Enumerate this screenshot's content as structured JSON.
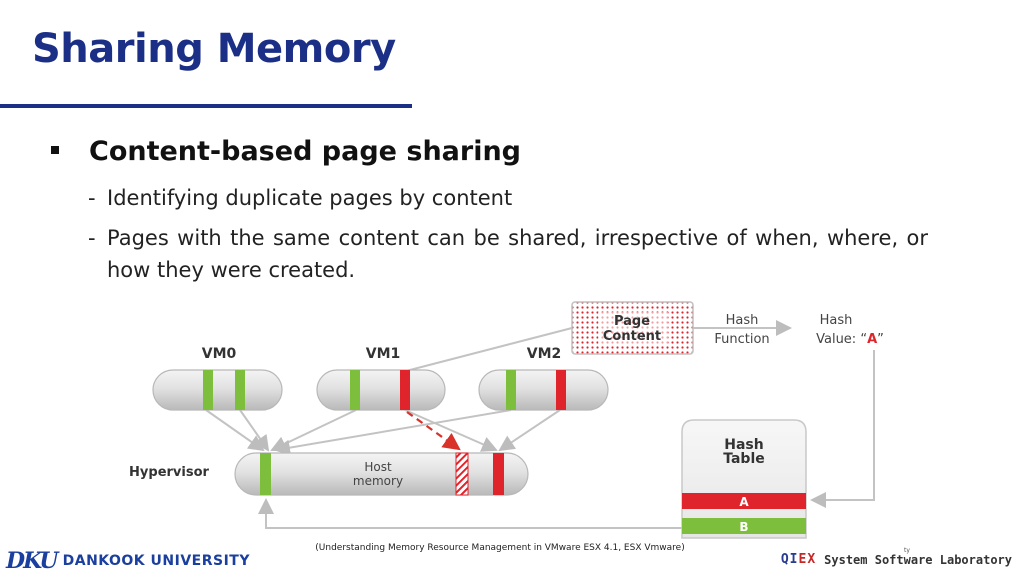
{
  "slide": {
    "title": "Sharing Memory",
    "bullet": "Content-based page sharing",
    "subpoints": [
      {
        "dash": "-",
        "text": "Identifying duplicate pages by content"
      },
      {
        "dash": "-",
        "text": "Pages with the same content can be shared, irrespective of when, where, or how they were created."
      }
    ],
    "caption": "(Understanding Memory Resource Management in VMware ESX 4.1, ESX Vmware)"
  },
  "diagram": {
    "vms": [
      "VM0",
      "VM1",
      "VM2"
    ],
    "hypervisor_label": "Hypervisor",
    "host_memory_label": [
      "Host",
      "memory"
    ],
    "page_content_label": [
      "Page",
      "Content"
    ],
    "hash_function_label": [
      "Hash",
      "Function"
    ],
    "hash_value_label": "Hash",
    "hash_value_text": "Value: “",
    "hash_value_letter": "A",
    "hash_value_close": "”",
    "hash_table_label": [
      "Hash",
      "Table"
    ],
    "hash_table_entries": [
      "A",
      "B"
    ],
    "colors": {
      "green": "#7dbf3c",
      "red": "#e0242b",
      "dots": "#e0242b",
      "line": "#c0c0c0",
      "dashed": "#d9322b"
    }
  },
  "footer": {
    "left_mark": "DKU",
    "left_name": "DANKOOK UNIVERSITY",
    "right_mark_a": "QI",
    "right_mark_b": "EX",
    "right_name": "System Software Laboratory",
    "right_tiny": "ty"
  }
}
